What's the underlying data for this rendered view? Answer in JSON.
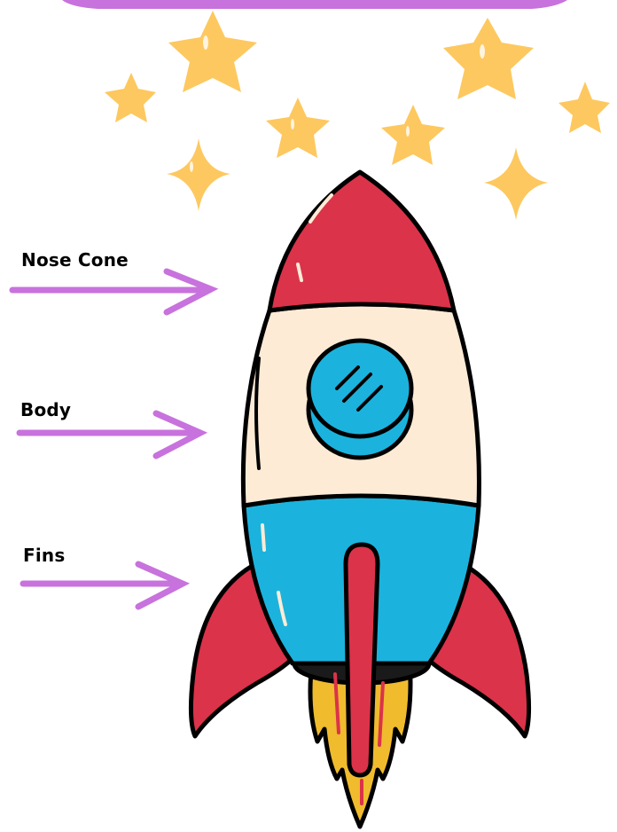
{
  "labels": {
    "nose_cone": "Nose Cone",
    "body": "Body",
    "fins": "Fins"
  },
  "colors": {
    "banner": "#c872dd",
    "arrow": "#c872dd",
    "star": "#fdc85f",
    "nose": "#db334a",
    "body": "#fdebd6",
    "lower_body": "#1bb3dd",
    "window": "#1bb3dd",
    "fins": "#db334a",
    "flame": "#f0bb2d",
    "outline": "#000000"
  },
  "icons": [
    "star-icon",
    "arrow-right-icon",
    "rocket-illustration"
  ]
}
